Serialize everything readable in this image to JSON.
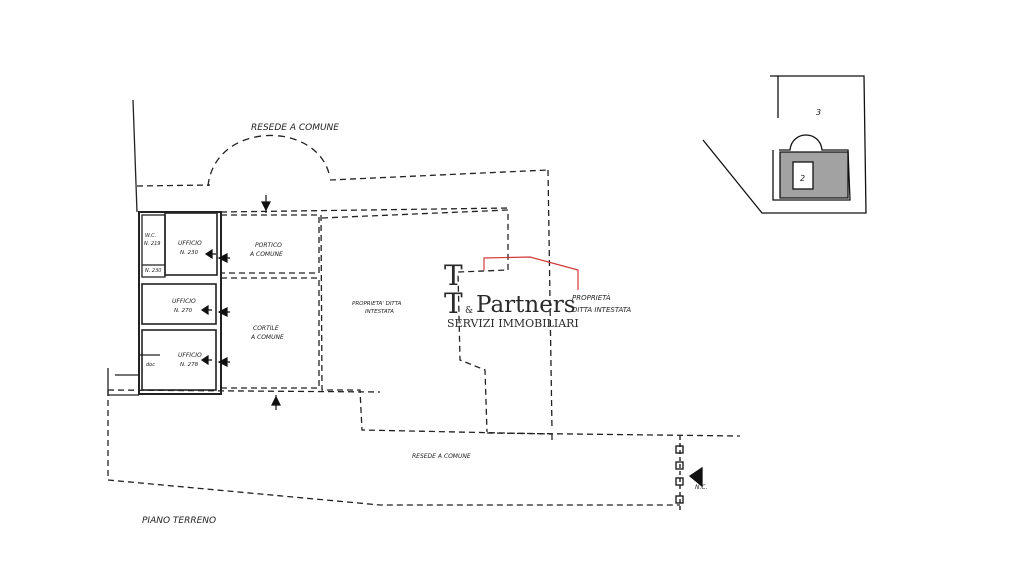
{
  "labels": {
    "resede_top": "RESEDE A COMUNE",
    "resede_bottom": "RESEDE A COMUNE",
    "wc": "W.C.",
    "wc_num": "N. 219",
    "ufficio1": "UFFICIO",
    "ufficio1_num": "N. 230",
    "small_num": "N. 230",
    "portico": "PORTICO",
    "portico_sub": "A COMUNE",
    "ufficio2": "UFFICIO",
    "ufficio2_num": "N. 270",
    "cortile": "CORTILE",
    "cortile_sub": "A COMUNE",
    "ufficio3": "UFFICIO",
    "ufficio3_num": "N. 278",
    "small_room": "doc",
    "proprieta_ditta": "PROPRIETA' DITTA",
    "intestata": "INTESTATA",
    "proprieta_right": "PROPRIETÀ",
    "ditta_intestata": "DITTA INTESTATA",
    "nc": "N.C.",
    "piano": "PIANO TERRENO",
    "inset_3": "3",
    "inset_2": "2"
  },
  "logo": {
    "letter_t1": "T",
    "letter_t2": "T",
    "ampersand": "&",
    "partners": "Partners",
    "tagline": "SERVIZI IMMOBILIARI",
    "roof_color": "#d23a3a"
  }
}
